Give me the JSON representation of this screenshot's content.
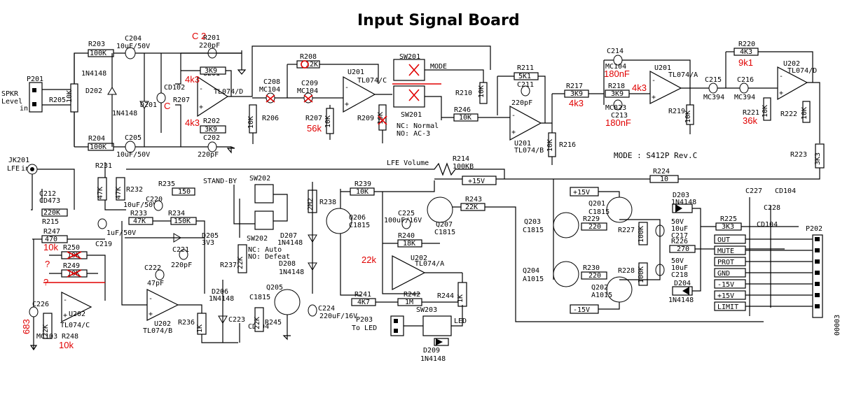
{
  "title": "Input Signal Board",
  "model": "MODE : S412P  Rev.C",
  "figure_code": "00003",
  "connectors": {
    "p201": "P201",
    "p201_label1": "SPKR",
    "p201_label2": "Level",
    "p201_label3": "in",
    "jk201": "JK201",
    "jk201_label": "LFE",
    "jk201_label2": "in",
    "p202": "P202",
    "p203": "P203",
    "p203_label": "To LED"
  },
  "ports": [
    "OUT",
    "MUTE",
    "PROT",
    "GND",
    "-15V",
    "+15V",
    "LIMIT"
  ],
  "rails": {
    "plus15": "+15V",
    "minus15": "-15V"
  },
  "labels": {
    "mode": "MODE",
    "nc_normal": "NC: Normal",
    "no_ac3": "NO: AC-3",
    "stand_by": "STAND-BY",
    "nc_auto": "NC: Auto",
    "no_defeat": "NO: Defeat",
    "lfe_volume": "LFE Volume",
    "led": "LED"
  },
  "parts": {
    "R203": "R203",
    "R203v": "100K",
    "C204": "C204",
    "C204v": "10uF/50V",
    "R201": "R201",
    "R201v": "220pF",
    "R201b": "3K9",
    "R205": "R205",
    "R205v": "10K",
    "D202a": "1N4148",
    "D202": "D202",
    "D201": "D201",
    "D201v": "1N4148",
    "CD102": "CD102",
    "R207": "R207",
    "U201": "U201",
    "U201d": "TL074/D",
    "R202": "R202",
    "R202v": "3K9",
    "C202": "C202",
    "C202v": "220pF",
    "R204": "R204",
    "R204v": "100K",
    "C205": "C205",
    "C205v": "10uF/50V",
    "R208": "R208",
    "R208v": "12K",
    "C208": "C208",
    "C208v": "MC104",
    "C209": "C209",
    "C209v": "MC104",
    "U201c": "TL074/C",
    "SW201": "SW201",
    "R206": "R206",
    "R206v": "10K",
    "R209": "R209",
    "R209v": "10K",
    "R210": "R210",
    "R210v": "10K",
    "R211": "R211",
    "R211v": "5K1",
    "C211": "C211",
    "C211v": "220pF",
    "R246": "R246",
    "R246v": "10K",
    "U201b": "TL074/B",
    "R216": "R216",
    "R216v": "10K",
    "R217": "R217",
    "R217v": "3K9",
    "C214": "C214",
    "C214v": "MC104",
    "R218": "R218",
    "R218v": "3K9",
    "C213": "C213",
    "C213v": "MC823",
    "U201a": "TL074/A",
    "C215": "C215",
    "C215v": "MC394",
    "R219": "R219",
    "R219v": "10K",
    "R220": "R220",
    "R220v": "4K3",
    "C216": "C216",
    "C216v": "MC394",
    "U202": "U202",
    "U202d": "TL074/D",
    "R221": "R221",
    "R221v": "10K",
    "R222": "R222",
    "R222v": "10K",
    "R223": "R223",
    "R223v": "3K3",
    "R214": "R214",
    "R214v": "100KB",
    "R224": "R224",
    "R224v": "10",
    "C212": "C212",
    "C212v": "CD473",
    "R215": "R215",
    "R215v": "220K",
    "R231": "R231",
    "R231v": "47K",
    "R232": "R232",
    "R232v": "47K",
    "C219": "C219",
    "C219v": "1uF/50V",
    "R235": "R235",
    "R235v": "150",
    "C220": "C220",
    "C220v": "10uF/50V",
    "R233": "R233",
    "R233v": "47K",
    "R234": "R234",
    "R234v": "150K",
    "D205": "D205",
    "D205v": "3V3",
    "C221": "C221",
    "C221v": "220pF",
    "C222": "C222",
    "C222v": "47pF",
    "U202b": "TL074/B",
    "R236": "R236",
    "R236v": "1K",
    "R247": "R247",
    "R247v": "470",
    "R250": "R250",
    "R250v": "10K",
    "R249": "R249",
    "R249v": "10K",
    "C226": "C226",
    "U202c": "TL074/C",
    "C226v": "MC103",
    "R248": "R248",
    "R248v": "22K",
    "SW202": "SW202",
    "R237": "R237",
    "R237v": "22K",
    "D206": "D206",
    "D206v": "1N4148",
    "C223": "C223",
    "C223v": "CD104",
    "R245": "R245",
    "R245v": "22K",
    "Q205": "Q205",
    "Q205v": "C1815",
    "R238": "R238",
    "R238v": "2M2",
    "D207": "D207",
    "D207v": "1N4148",
    "D208": "D208",
    "D208v": "1N4148",
    "Q206": "Q206",
    "Q206v": "C1815",
    "R239": "R239",
    "R239v": "10K",
    "C224": "C224",
    "C224v": "220uF/16V",
    "C225": "C225",
    "C225v": "100uF/16V",
    "Q207": "Q207",
    "Q207v": "C1815",
    "R240": "R240",
    "R240v": "18K",
    "U202a": "TL074/A",
    "R241": "R241",
    "R241v": "4K7",
    "R242": "R242",
    "R242v": "1M",
    "R244": "R244",
    "R244v": "1K",
    "R243": "R243",
    "R243v": "22K",
    "SW203": "SW203",
    "D209": "D209",
    "D209v": "1N4148",
    "Q203": "Q203",
    "Q203v": "C1815",
    "Q201": "Q201",
    "Q201v": "C1815",
    "R229": "R229",
    "R229v": "220",
    "R227": "R227",
    "R227v": "100K",
    "D203": "D203",
    "D203v": "1N4148",
    "C217": "C217",
    "C217v": "50V",
    "C217v2": "10uF",
    "Q204": "Q204",
    "Q204v": "A1015",
    "R230": "R230",
    "R230v": "220",
    "Q202": "Q202",
    "Q202v": "A1015",
    "R228": "R228",
    "R228v": "100K",
    "C218": "C218",
    "C218v": "50V",
    "C218v2": "10uF",
    "D204": "D204",
    "D204v": "1N4148",
    "R226": "R226",
    "R226v": "270",
    "R225": "R225",
    "R225v": "3K3",
    "C227": "C227",
    "C227v": "CD104",
    "C228": "C228",
    "C228v": "CD104"
  },
  "annotations": {
    "a_c201": "C 2",
    "a_4k3a": "4k3",
    "a_c207": "C",
    "a_4k3b": "4k3",
    "a_56k": "56k",
    "a_4k3c": "4k3",
    "a_180nf1": "180nF",
    "a_4k3d": "4k3",
    "a_180nf2": "180nF",
    "a_9k1": "9k1",
    "a_36k": "36k",
    "a_10k": "10k",
    "a_q1": "?",
    "a_q2": "?",
    "a_683": "683",
    "a_10k2": "10k",
    "a_22k": "22k"
  }
}
